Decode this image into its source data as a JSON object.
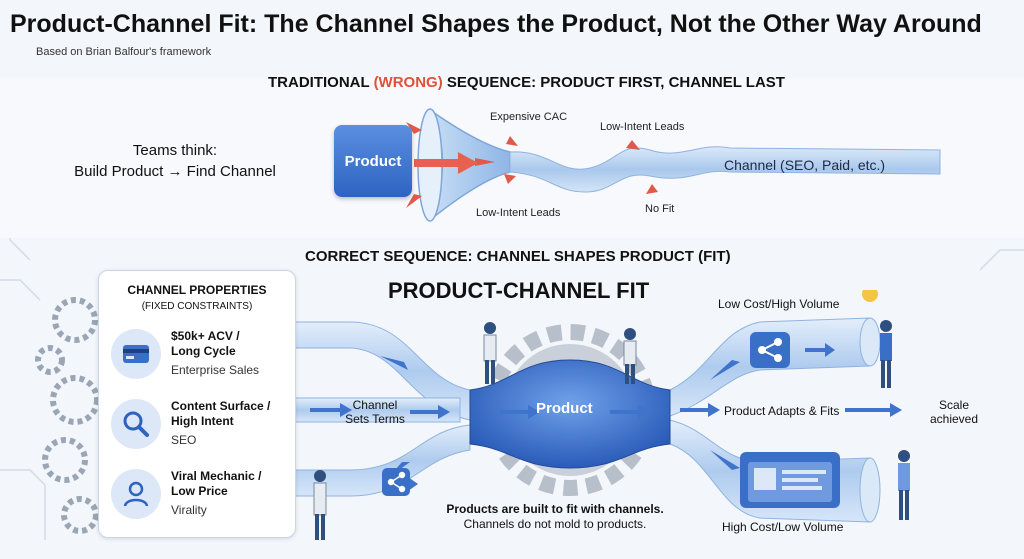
{
  "header": {
    "title": "Product-Channel Fit: The Channel Shapes the Product, Not the Other Way Around",
    "subtitle": "Based on Brian Balfour's framework"
  },
  "traditional": {
    "heading_pre": "TRADITIONAL ",
    "heading_wrong": "(WRONG)",
    "heading_post": " SEQUENCE: PRODUCT FIRST, CHANNEL LAST",
    "teams_line1": "Teams think:",
    "teams_line2": "Build Product → Find Channel",
    "product_label": "Product",
    "expensive_cac": "Expensive CAC",
    "low_intent_top": "Low-Intent Leads",
    "low_intent_bottom": "Low-Intent Leads",
    "no_fit": "No Fit",
    "channel_label": "Channel (SEO, Paid, etc.)"
  },
  "correct": {
    "heading": "CORRECT SEQUENCE: CHANNEL SHAPES PRODUCT (FIT)",
    "pcf_title": "PRODUCT-CHANNEL FIT",
    "channel_properties": {
      "title": "CHANNEL PROPERTIES",
      "subtitle": "(FIXED CONSTRAINTS)",
      "items": [
        {
          "title_line1": "$50k+ ACV /",
          "title_line2": "Long Cycle",
          "sub": "Enterprise Sales",
          "icon": "credit-card-icon"
        },
        {
          "title_line1": "Content Surface /",
          "title_line2": "High Intent",
          "sub": "SEO",
          "icon": "magnifier-icon"
        },
        {
          "title_line1": "Viral Mechanic /",
          "title_line2": "Low Price",
          "sub": "Virality",
          "icon": "user-icon"
        }
      ]
    },
    "channel_sets_terms_1": "Channel",
    "channel_sets_terms_2": "Sets Terms",
    "product_label": "Product",
    "adapts_fits": "Product Adapts & Fits",
    "scale_1": "Scale",
    "scale_2": "achieved",
    "low_cost": "Low Cost/High Volume",
    "high_cost": "High Cost/Low Volume",
    "note_line1": "Products are built to fit with channels.",
    "note_line2": "Channels do not mold to products."
  },
  "colors": {
    "accent_blue": "#2e63c2",
    "wrong_red": "#e0503a",
    "pipe_blue": "#a9c8ec"
  }
}
